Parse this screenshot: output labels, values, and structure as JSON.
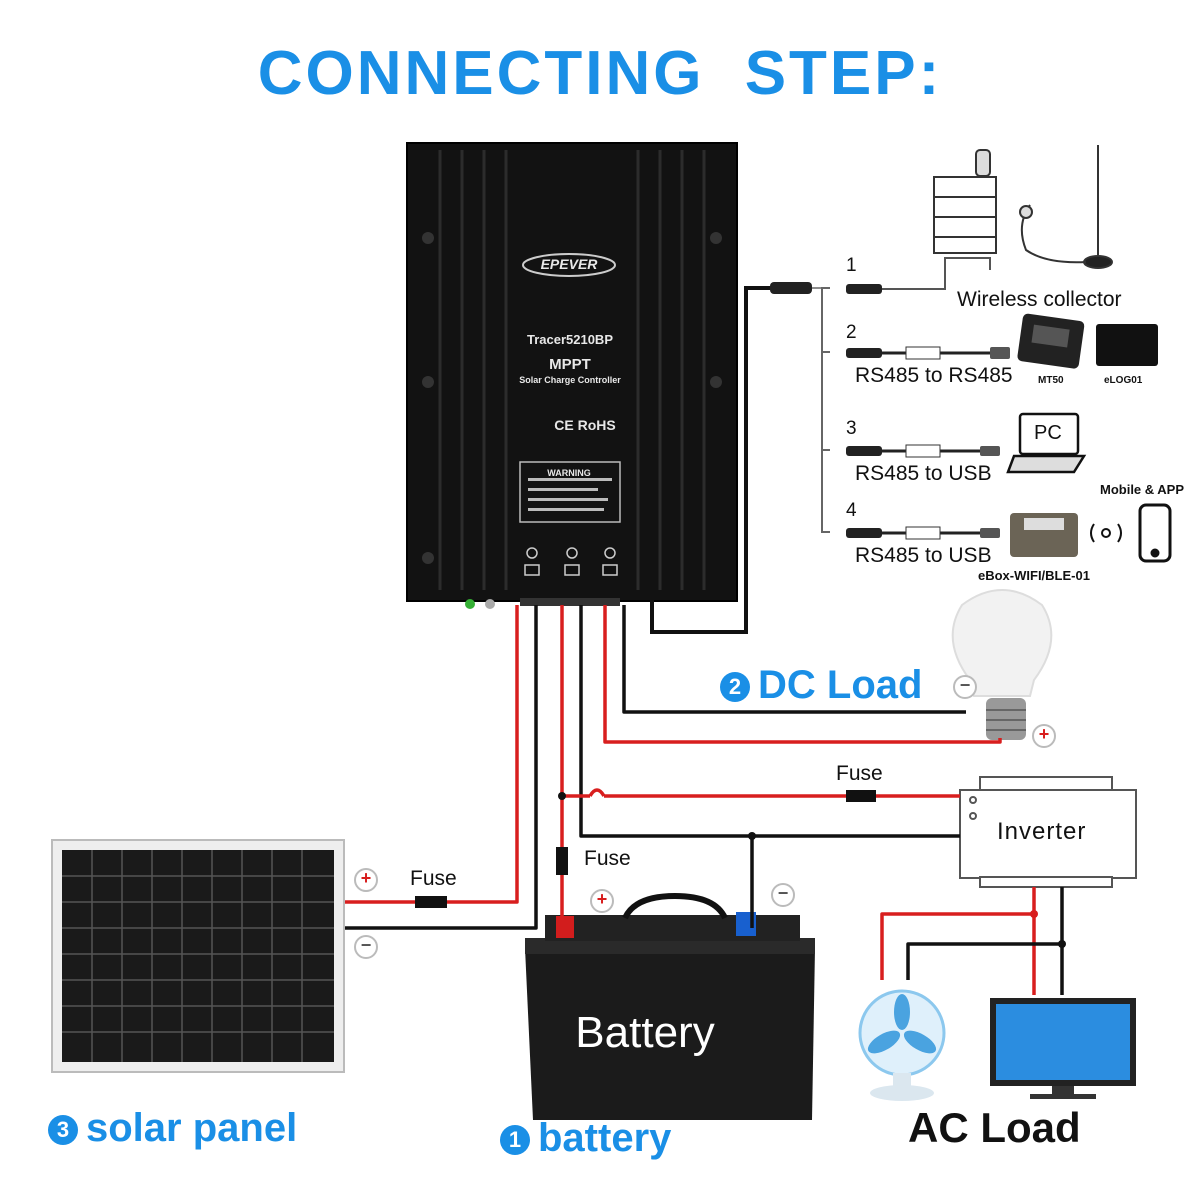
{
  "title": "CONNECTING  STEP:",
  "controller": {
    "brand": "EPEVER",
    "model": "Tracer5210BP",
    "type": "MPPT",
    "subtitle": "Solar Charge Controller",
    "certs": "CE RoHS",
    "warning": "WARNING"
  },
  "communication": {
    "options": [
      {
        "num": "1",
        "label": "Wireless collector"
      },
      {
        "num": "2",
        "label": "RS485 to RS485"
      },
      {
        "num": "3",
        "label": "RS485 to USB"
      },
      {
        "num": "4",
        "label": "RS485 to USB"
      }
    ],
    "devices": {
      "mt50": "MT50",
      "elog": "eLOG01",
      "pc": "PC",
      "mobile": "Mobile & APP",
      "ebox": "eBox-WIFI/BLE-01"
    }
  },
  "loads": {
    "dc_load": {
      "num": "2",
      "label": "DC Load"
    },
    "inverter": "Inverter",
    "ac_load": "AC Load"
  },
  "fuses": {
    "inverter": "Fuse",
    "battery": "Fuse",
    "solar": "Fuse"
  },
  "battery": {
    "label": "Battery",
    "caption_num": "1",
    "caption": "battery"
  },
  "solar": {
    "caption_num": "3",
    "caption": "solar panel"
  },
  "symbols": {
    "plus": "+",
    "minus": "−"
  },
  "colors": {
    "accent": "#1a8fe6",
    "positive_wire": "#d81e1e",
    "negative_wire": "#111111"
  }
}
